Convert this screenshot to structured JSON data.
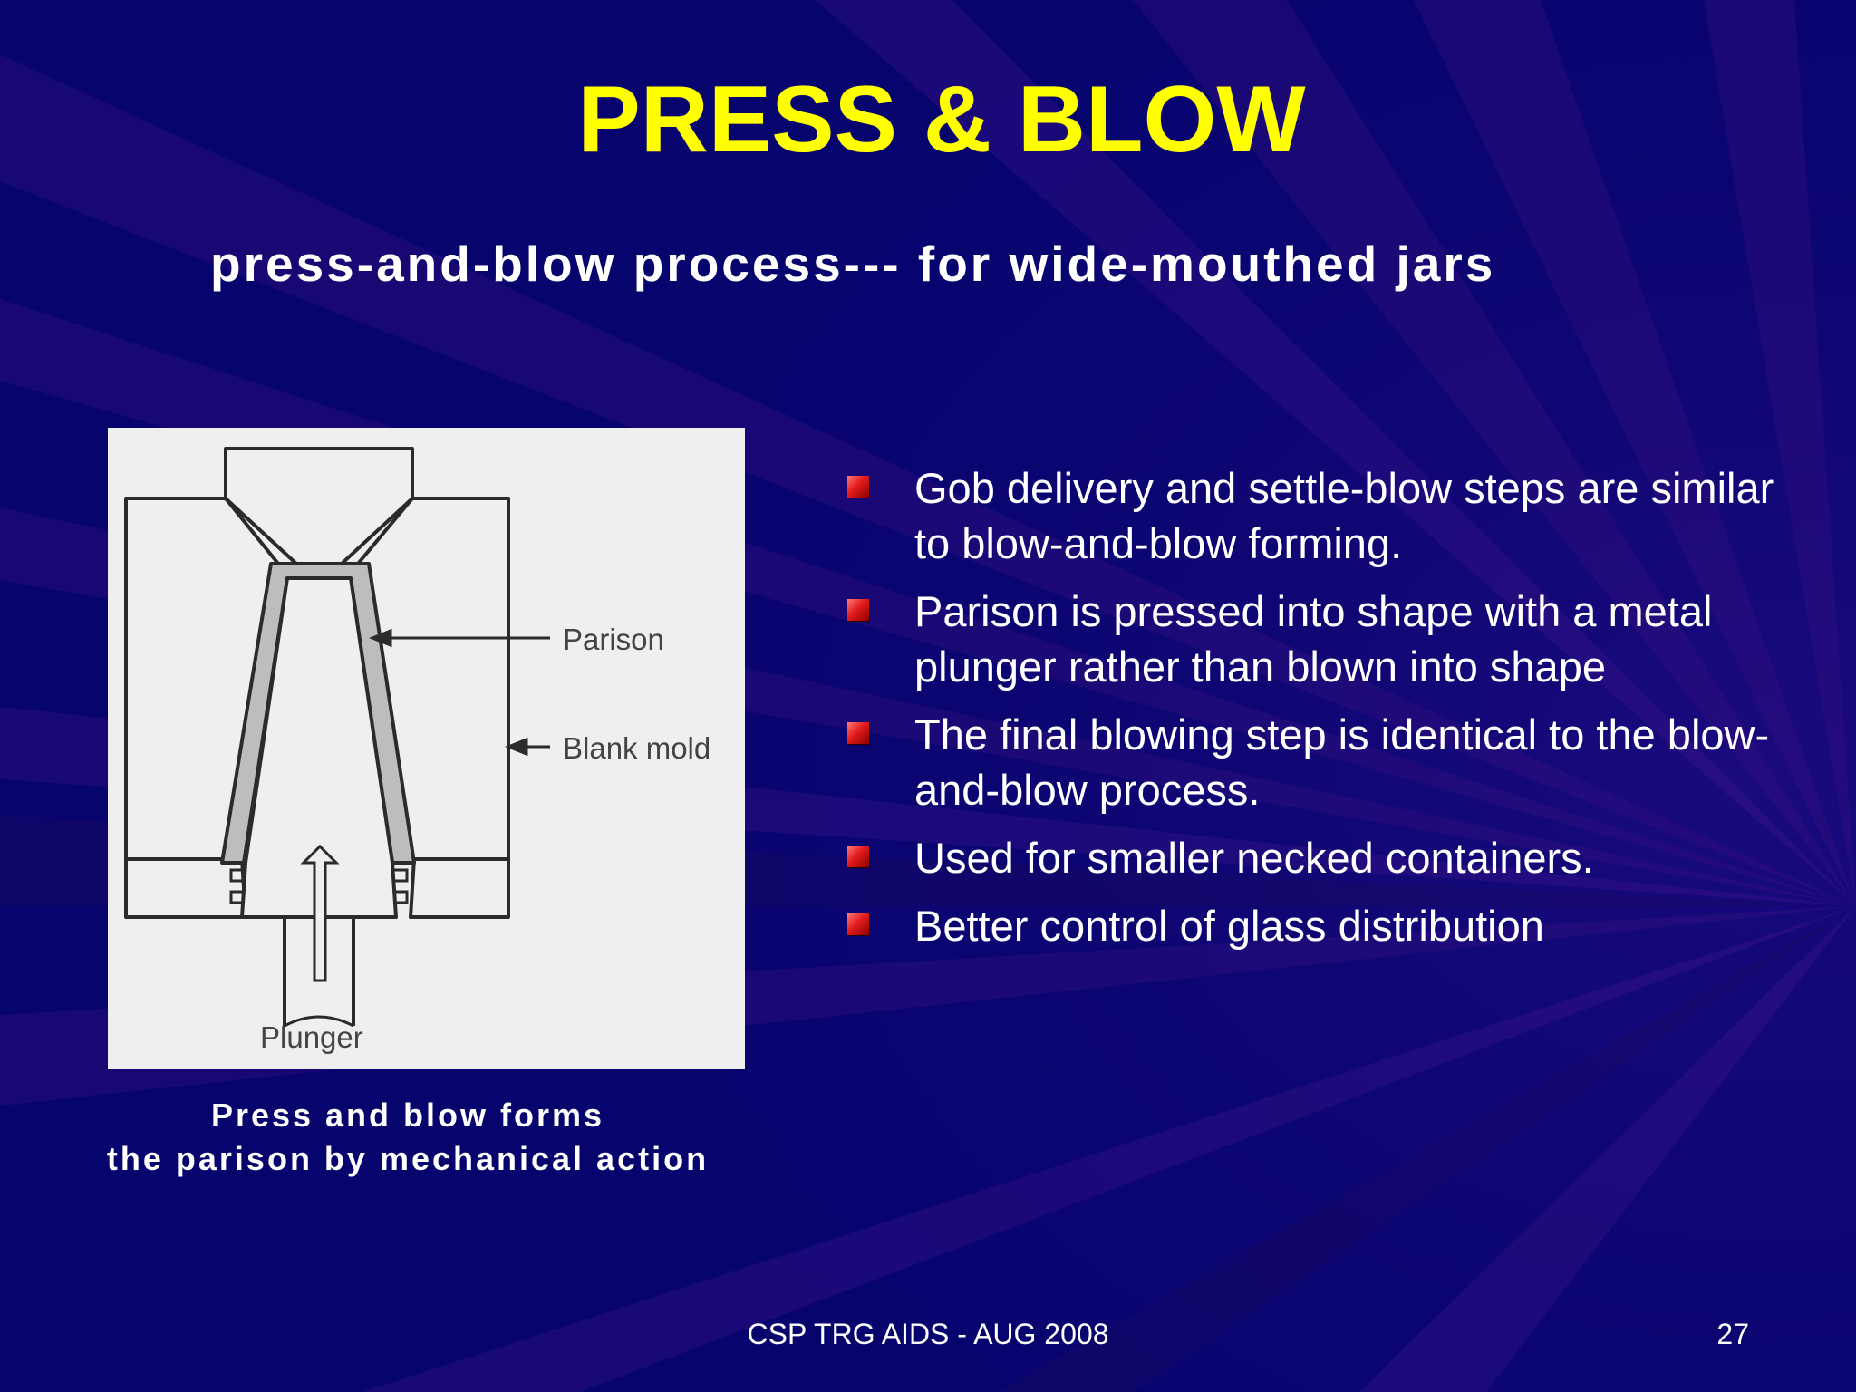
{
  "slide": {
    "title": "PRESS & BLOW",
    "subtitle": "press-and-blow process--- for wide-mouthed jars",
    "figure": {
      "labels": {
        "parison": "Parison",
        "blank_mold": "Blank mold",
        "plunger": "Plunger"
      }
    },
    "caption": {
      "line1": "Press and blow forms",
      "line2": "the parison by mechanical action"
    },
    "bullets": [
      "Gob delivery and settle-blow steps are similar to blow-and-blow forming.",
      "Parison is pressed into shape with a metal plunger rather than blown into shape",
      "The final blowing step is identical to the blow-and-blow process.",
      "Used for smaller necked containers.",
      "Better control of glass distribution"
    ],
    "footer": "CSP TRG AIDS  -  AUG 2008",
    "page_number": "27"
  },
  "colors": {
    "background": "#06036b",
    "title": "#ffff00",
    "text": "#ffffff",
    "bullet": "#e21b1b"
  }
}
